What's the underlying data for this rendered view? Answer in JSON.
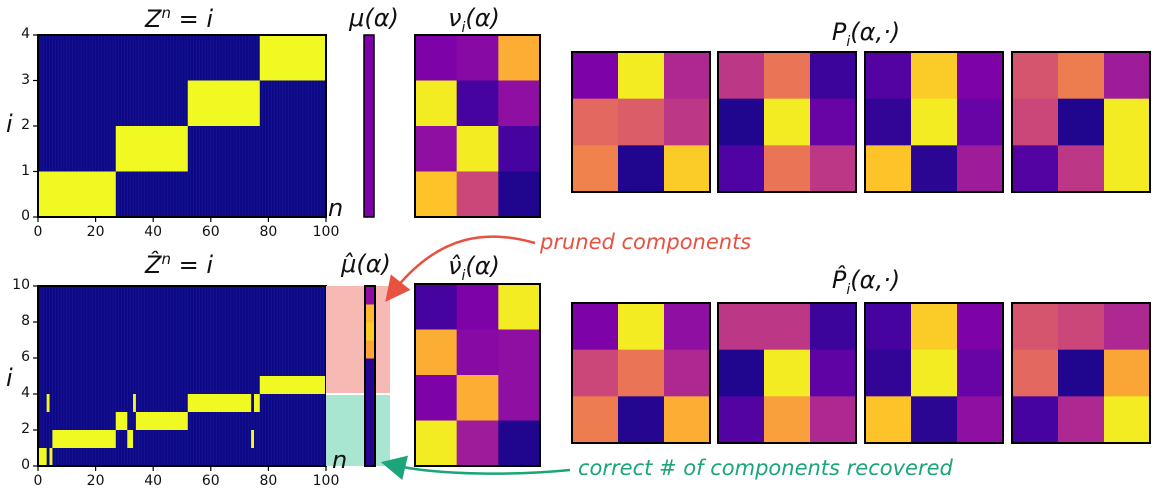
{
  "titles": {
    "z_true": "Z",
    "z_true_sup": "n",
    "z_true_rhs": "= i",
    "mu_true": "μ(α)",
    "nu_true_base": "ν",
    "nu_true_rest": "(α)",
    "p_true_base": "P",
    "p_true_rest": "(α,·)",
    "z_hat": "Ẑ",
    "z_hat_sup": "n",
    "z_hat_rhs": "= i",
    "mu_hat": "μ̂(α)",
    "nu_hat_base": "ν̂",
    "nu_hat_rest": "(α)",
    "p_hat_base": "P̂",
    "p_hat_rest": "(α,·)",
    "sub_i": "i"
  },
  "axes": {
    "y_label": "i",
    "x_label": "n",
    "n_label_hat": "n"
  },
  "annotations": {
    "pruned": "pruned components",
    "recovered": "correct # of components recovered"
  },
  "colors": {
    "background_map": "#0d0887",
    "active": "#f0f921",
    "pruned_region": "#f6b9b3",
    "recovered_region": "#a8e6d2",
    "arrow_pruned": "#e8513f",
    "arrow_recovered": "#1aa57a",
    "text_pruned": "#e8513f",
    "text_recovered": "#1aa57a"
  },
  "chart_data": [
    {
      "type": "heatmap",
      "title": "Z^n = i",
      "xlabel": "n",
      "ylabel": "i",
      "xlim": [
        0,
        100
      ],
      "ylim": [
        0,
        4
      ],
      "xticks": [
        0,
        20,
        40,
        60,
        80,
        100
      ],
      "yticks": [
        0,
        1,
        2,
        3,
        4
      ],
      "segments": [
        {
          "state": 0,
          "start": 0,
          "end": 27
        },
        {
          "state": 1,
          "start": 27,
          "end": 52
        },
        {
          "state": 2,
          "start": 52,
          "end": 77
        },
        {
          "state": 3,
          "start": 77,
          "end": 100
        }
      ]
    },
    {
      "type": "heatmap",
      "title": "μ(α)",
      "cells": [
        0.25
      ]
    },
    {
      "type": "heatmap",
      "title": "ν_i(α)",
      "rows": 4,
      "cols": 3,
      "cells": [
        [
          0.25,
          0.28,
          0.82
        ],
        [
          0.97,
          0.12,
          0.3
        ],
        [
          0.3,
          0.97,
          0.12
        ],
        [
          0.88,
          0.5,
          0.04
        ]
      ]
    },
    {
      "type": "heatmap",
      "title": "P_i(α,·)",
      "panels": [
        [
          [
            0.25,
            0.97,
            0.4
          ],
          [
            0.62,
            0.58,
            0.45
          ],
          [
            0.7,
            0.04,
            0.9
          ]
        ],
        [
          [
            0.45,
            0.66,
            0.1
          ],
          [
            0.04,
            0.97,
            0.2
          ],
          [
            0.14,
            0.66,
            0.45
          ]
        ],
        [
          [
            0.15,
            0.9,
            0.25
          ],
          [
            0.08,
            0.97,
            0.2
          ],
          [
            0.88,
            0.06,
            0.35
          ]
        ],
        [
          [
            0.55,
            0.68,
            0.35
          ],
          [
            0.5,
            0.04,
            0.97
          ],
          [
            0.15,
            0.45,
            0.97
          ]
        ]
      ]
    },
    {
      "type": "heatmap",
      "title": "Ẑ^n = i",
      "xlabel": "n",
      "ylabel": "i",
      "xlim": [
        0,
        100
      ],
      "ylim": [
        0,
        10
      ],
      "xticks": [
        0,
        20,
        40,
        60,
        80,
        100
      ],
      "yticks": [
        0,
        2,
        4,
        6,
        8,
        10
      ],
      "segments": [
        {
          "state": 0,
          "start": 0,
          "end": 3
        },
        {
          "state": 3,
          "start": 3,
          "end": 4
        },
        {
          "state": 0,
          "start": 4,
          "end": 5
        },
        {
          "state": 1,
          "start": 5,
          "end": 27
        },
        {
          "state": 2,
          "start": 27,
          "end": 31
        },
        {
          "state": 1,
          "start": 31,
          "end": 33
        },
        {
          "state": 3,
          "start": 33,
          "end": 34
        },
        {
          "state": 2,
          "start": 34,
          "end": 52
        },
        {
          "state": 3,
          "start": 52,
          "end": 74
        },
        {
          "state": 1,
          "start": 74,
          "end": 75
        },
        {
          "state": 3,
          "start": 75,
          "end": 77
        },
        {
          "state": 4,
          "start": 77,
          "end": 100
        }
      ]
    },
    {
      "type": "heatmap",
      "title": "μ̂(α)",
      "cells": [
        0.05,
        0.05,
        0.05,
        0.05,
        0.05,
        0.05,
        0.8,
        0.9,
        0.85,
        0.3
      ]
    },
    {
      "type": "heatmap",
      "title": "ν̂_i(α)",
      "rows": 4,
      "cols": 3,
      "cells": [
        [
          0.12,
          0.25,
          0.97
        ],
        [
          0.82,
          0.28,
          0.3
        ],
        [
          0.25,
          0.82,
          0.3
        ],
        [
          0.97,
          0.35,
          0.04
        ]
      ]
    },
    {
      "type": "heatmap",
      "title": "P̂_i(α,·)",
      "panels": [
        [
          [
            0.25,
            0.97,
            0.3
          ],
          [
            0.5,
            0.66,
            0.4
          ],
          [
            0.68,
            0.05,
            0.82
          ]
        ],
        [
          [
            0.45,
            0.45,
            0.1
          ],
          [
            0.04,
            0.97,
            0.18
          ],
          [
            0.15,
            0.78,
            0.4
          ]
        ],
        [
          [
            0.12,
            0.9,
            0.25
          ],
          [
            0.08,
            0.97,
            0.2
          ],
          [
            0.88,
            0.06,
            0.3
          ]
        ],
        [
          [
            0.55,
            0.5,
            0.4
          ],
          [
            0.62,
            0.04,
            0.8
          ],
          [
            0.12,
            0.4,
            0.97
          ]
        ]
      ]
    }
  ]
}
